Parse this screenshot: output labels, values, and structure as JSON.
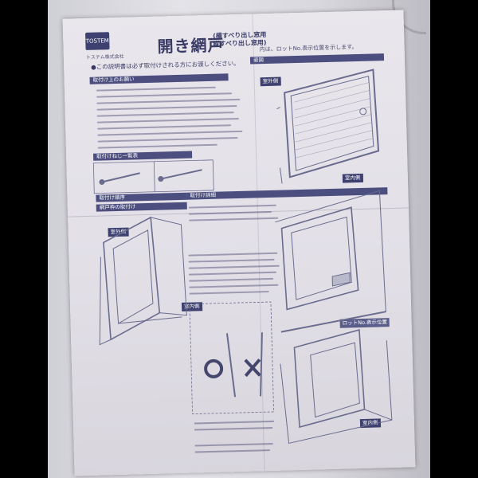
{
  "document": {
    "brand": "TOSTEM",
    "company": "トステム株式会社",
    "title": "開き網戸",
    "subtitle_line1": "(横すべり出し窓用",
    "subtitle_line2": " 縦すべり出し窓用)",
    "notice": "●この説明書は必ず取付けされる方にお渡しください。",
    "lot_note": "内は、ロットNo.表示位置を示します。"
  },
  "sections": {
    "precautions": "取付け上のお願い",
    "diagram": "姿図",
    "screws": "取付けねじ一覧表",
    "procedure": "取付け順序",
    "detail": "取付け詳細",
    "step1": "網戸枠の取付け"
  },
  "labels": {
    "outdoor_a": "室外側",
    "indoor_a": "室内側",
    "outdoor_b": "室外側",
    "indoor_b": "室内側",
    "indoor_c": "室内側",
    "lot_label": "ロットNo.表示位置"
  },
  "colors": {
    "ink": "#3c3e66",
    "paper": "#e6e3ea",
    "accent": "#4b4e7e"
  }
}
